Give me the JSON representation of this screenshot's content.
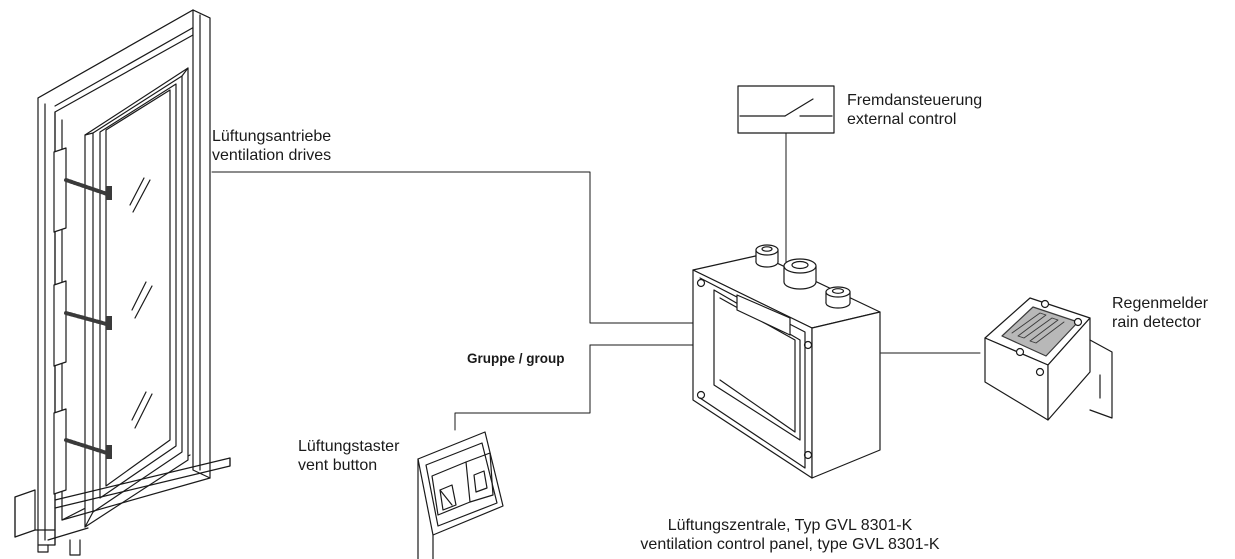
{
  "labels": {
    "drives": {
      "de": "Lüftungsantriebe",
      "en": "ventilation drives"
    },
    "external": {
      "de": "Fremdansteuerung",
      "en": "external control"
    },
    "rain": {
      "de": "Regenmelder",
      "en": "rain detector"
    },
    "group": "Gruppe / group",
    "button": {
      "de": "Lüftungstaster",
      "en": "vent button"
    },
    "panel": {
      "de": "Lüftungszentrale, Typ GVL 8301-K",
      "en": "ventilation control panel, type GVL 8301-K"
    }
  },
  "colors": {
    "line": "#1a1a1a",
    "fill": "#ffffff",
    "shade": "#b8b8b8",
    "dark": "#3a3a3a"
  }
}
